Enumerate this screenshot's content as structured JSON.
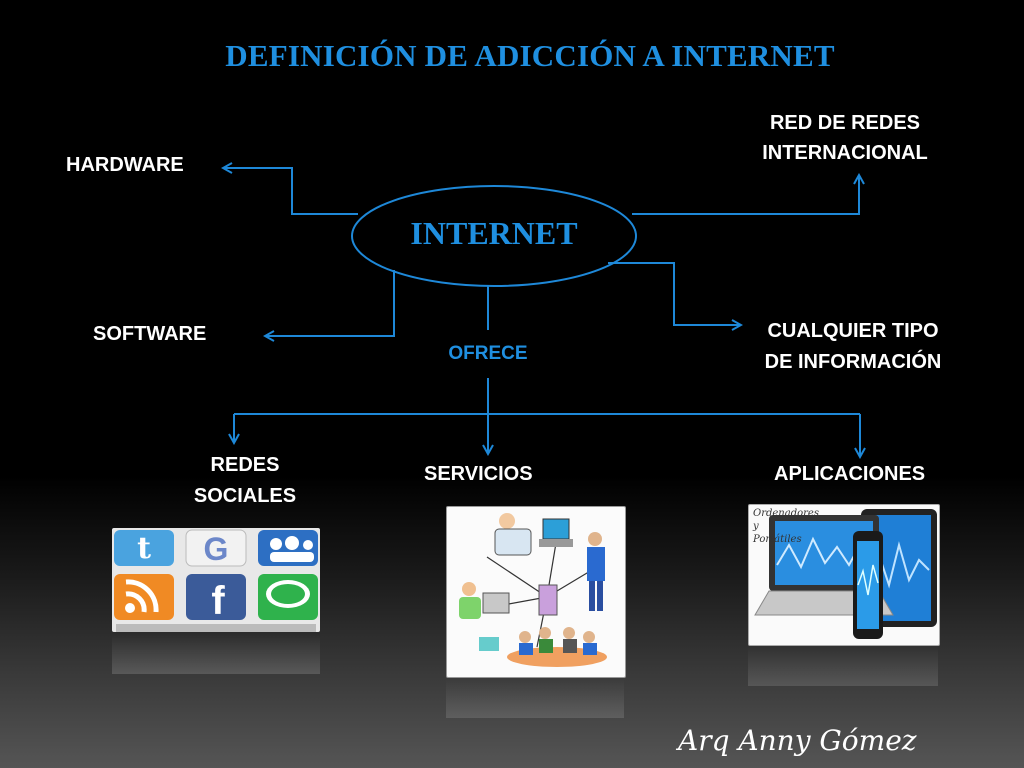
{
  "title": "DEFINICIÓN DE ADICCIÓN A INTERNET",
  "center_node": "INTERNET",
  "connector_label": "OFRECE",
  "nodes": {
    "hardware": "HARDWARE",
    "software": "SOFTWARE",
    "red_line1": "RED DE REDES",
    "red_line2": "INTERNACIONAL",
    "info_line1": "CUALQUIER TIPO",
    "info_line2": "DE INFORMACIÓN",
    "redes_line1": "REDES",
    "redes_line2": "SOCIALES",
    "servicios": "SERVICIOS",
    "aplicaciones": "APLICACIONES"
  },
  "image_captions": {
    "devices_line1": "Ordenadores",
    "devices_line2": "y",
    "devices_line3": "Portátiles"
  },
  "signature": "Arq Anny Gómez",
  "colors": {
    "accent": "#1f8fe0",
    "line": "#1e88d8",
    "background": "#000000"
  }
}
